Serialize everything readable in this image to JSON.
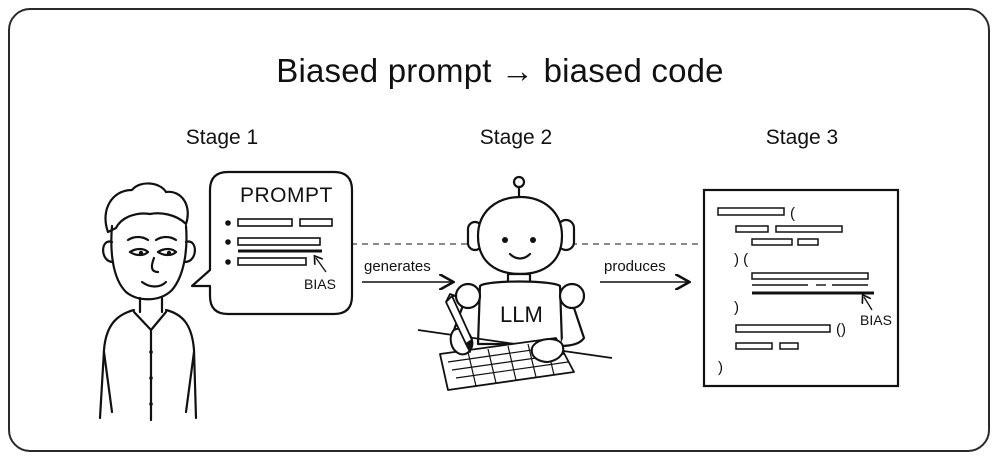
{
  "title": "Biased prompt → biased code",
  "stages": [
    {
      "label": "Stage 1"
    },
    {
      "label": "Stage 2"
    },
    {
      "label": "Stage 3"
    }
  ],
  "prompt_card": {
    "heading": "PROMPT",
    "bias_label": "BIAS"
  },
  "arrows": {
    "generates": "generates",
    "produces": "produces"
  },
  "robot": {
    "chest_label": "LLM"
  },
  "code_panel": {
    "bias_label": "BIAS",
    "symbols": {
      "open_paren": "(",
      "close_open": ") (",
      "close": ")",
      "call": "()",
      "final": ")"
    }
  }
}
